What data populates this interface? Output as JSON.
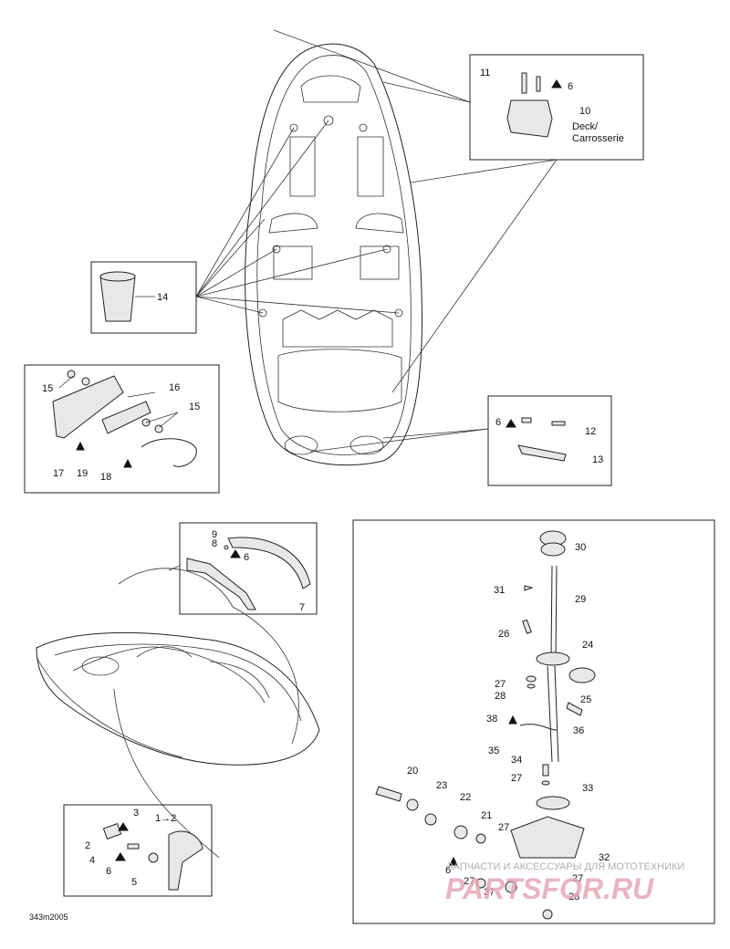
{
  "footer_code": "343m2005",
  "watermark": {
    "line1": "ЗАПЧАСТИ И АКСЕССУАРЫ ДЛЯ МОТОТЕХНИКИ",
    "line2": "PARTSFOR.RU"
  },
  "callouts": {
    "c11": "11",
    "c6a": "6",
    "c10": "10",
    "deck1": "Deck/",
    "deck2": "Carrosserie",
    "c14": "14",
    "c15a": "15",
    "c16": "16",
    "c15b": "15",
    "c17": "17",
    "c19": "19",
    "c18": "18",
    "c6b": "6",
    "c12": "12",
    "c13": "13",
    "c9": "9",
    "c8": "8",
    "c6c": "6",
    "c7": "7",
    "c30": "30",
    "c31": "31",
    "c29": "29",
    "c26": "26",
    "c24": "24",
    "c27a": "27",
    "c28a": "28",
    "c25": "25",
    "c38": "38",
    "c36": "36",
    "c35": "35",
    "c34": "34",
    "c27b": "27",
    "c20": "20",
    "c23": "23",
    "c22": "22",
    "c33": "33",
    "c21": "21",
    "c27c": "27",
    "c6d": "6",
    "c27d": "27",
    "c27e": "27",
    "c37": "37",
    "c28b": "28",
    "c32": "32",
    "c3": "3",
    "c12arrow": "1→2",
    "c2": "2",
    "c4": "4",
    "c6e": "6",
    "c5": "5"
  }
}
